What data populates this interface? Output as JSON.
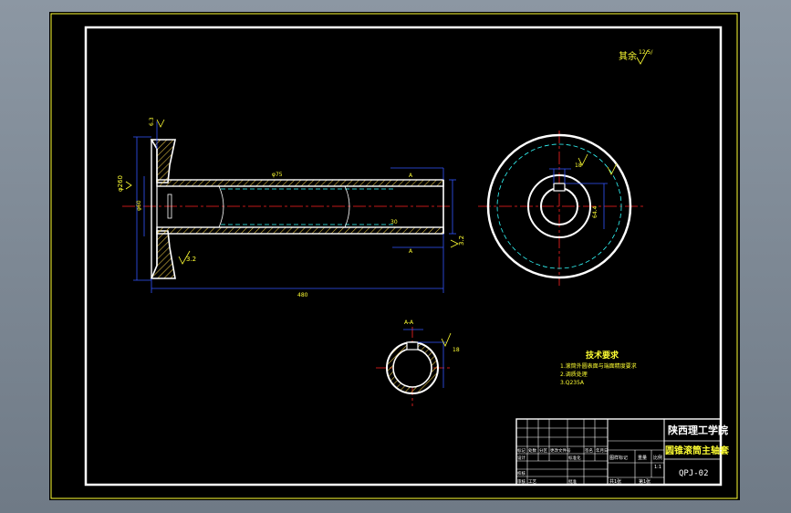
{
  "drawing": {
    "roughness_rest": "其余",
    "roughness_rest_value": "12.5/",
    "tech_req": {
      "title": "技术要求",
      "items": [
        "1.滚筒外圆表面与端面精度要求",
        "2.调质处理",
        "3.Q235A"
      ]
    },
    "title_block": {
      "school": "陕西理工学院",
      "part_name": "圆锥滚筒主轴套",
      "drawing_no": "QPJ-02",
      "scale": "1:1",
      "material_label": "图样标记",
      "weight_label": "重量",
      "scale_label": "比例",
      "sheet_total": "共1张",
      "sheet_no": "第1张",
      "row_labels": [
        "标记",
        "设计",
        "校核",
        "审核"
      ],
      "header_cells": [
        "处数",
        "分区",
        "更改文件号",
        "签名",
        "年月日"
      ],
      "std_label": "标准化",
      "craft_label": "工艺",
      "approve_label": "批准"
    },
    "dims": {
      "section_label": "A-A",
      "left_flange_dia": "φ260",
      "bore_dia": "φ60",
      "flange_thickness": "30",
      "length_total": "480",
      "outer_dia": "φ75",
      "roughness_a": "3.2",
      "roughness_b": "3.2",
      "roughness_c": "6.3",
      "section_ref_a": "A",
      "key_width": "18",
      "key_depth": "64.4"
    }
  },
  "colors": {
    "frame_yellow": "#ffff33",
    "outline_white": "#ffffff",
    "dim_blue": "#3355ff",
    "center_red": "#ff2222",
    "hidden_cyan": "#33ffff",
    "hatch_yellow": "#d8b840",
    "background": "#000000"
  }
}
